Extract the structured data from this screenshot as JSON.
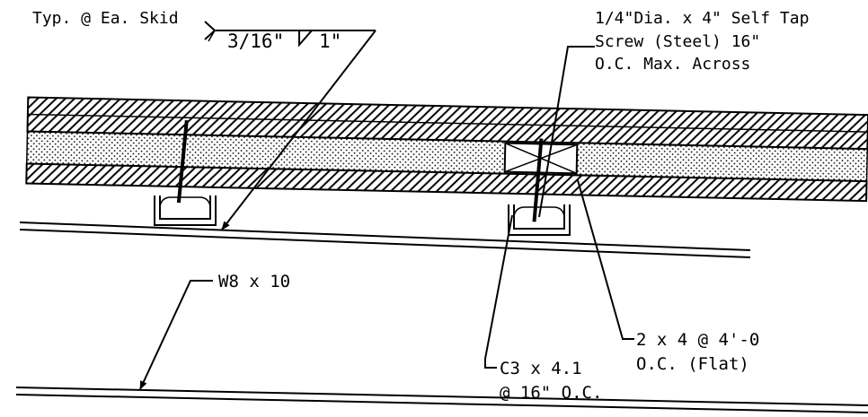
{
  "labels": {
    "weld_note": "Typ. @ Ea. Skid",
    "weld_size": "3/16\"",
    "weld_length": "1\"",
    "screw_line1": "1/4\"Dia. x 4\" Self Tap",
    "screw_line2": "Screw (Steel) 16\"",
    "screw_line3": "O.C. Max. Across",
    "beam": "W8 x 10",
    "blocking_line1": "2 x 4 @ 4'-0",
    "blocking_line2": "O.C. (Flat)",
    "channel_line1": "C3 x 4.1",
    "channel_line2": "@ 16\" O.C."
  }
}
